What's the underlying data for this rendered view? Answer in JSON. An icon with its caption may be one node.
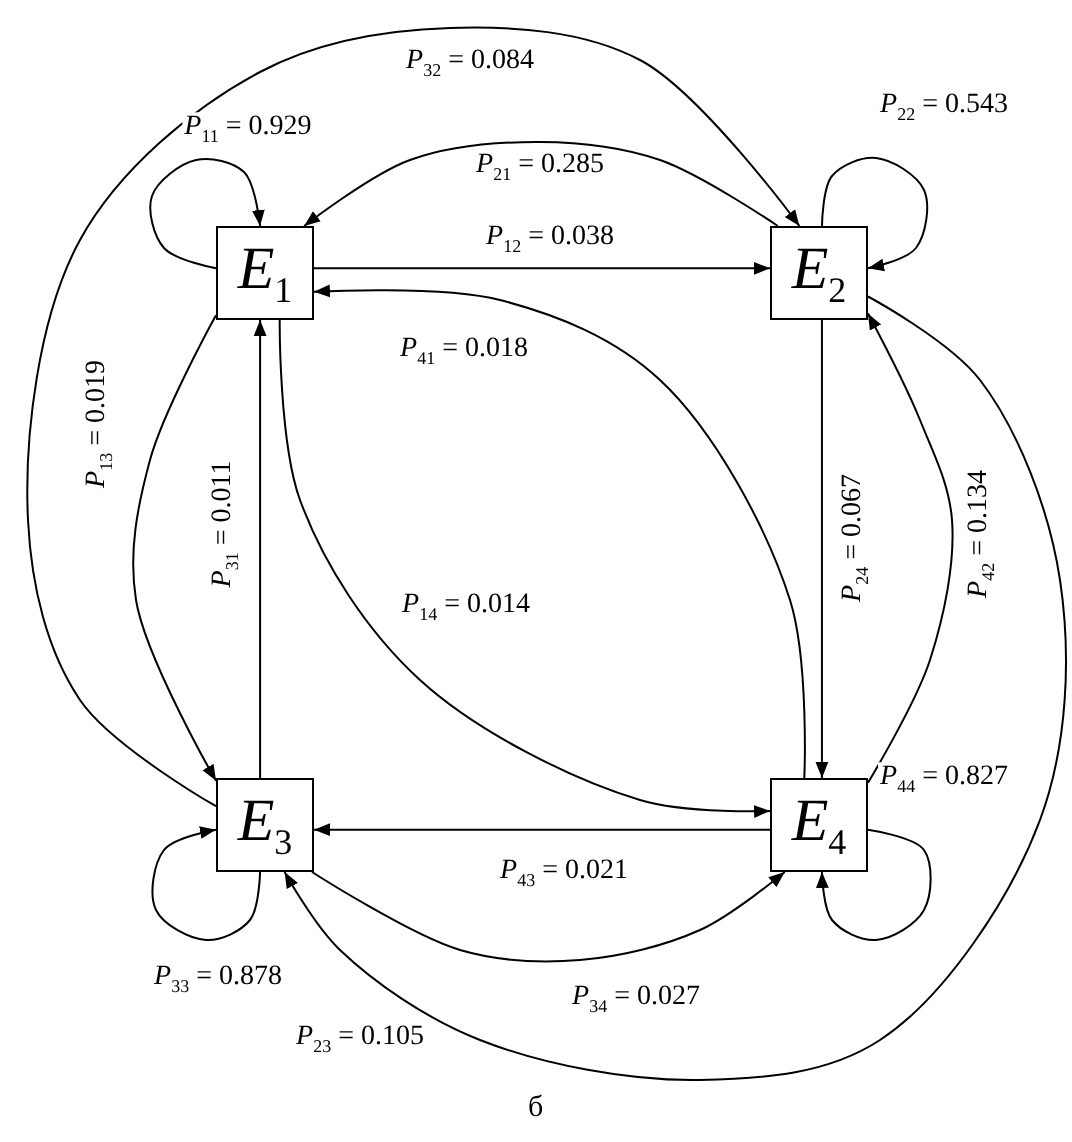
{
  "diagram": {
    "caption": "б",
    "nodes": [
      {
        "text": [
          "*E*$_{1}$"
        ]
      },
      {
        "text": [
          "*E*$_{2}$"
        ]
      },
      {
        "text": [
          "*E*$_{3}$"
        ]
      },
      {
        "text": [
          "*E*$_{4}$"
        ]
      }
    ],
    "edges": [
      {
        "from": 0,
        "to": 0,
        "arrow": "to",
        "label": "*P*$_{11}$ = 0.929"
      },
      {
        "from": 1,
        "to": 1,
        "arrow": "to",
        "label": "*P*$_{22}$ = 0.543"
      },
      {
        "from": 2,
        "to": 2,
        "arrow": "to",
        "label": "*P*$_{33}$ = 0.878"
      },
      {
        "from": 3,
        "to": 3,
        "arrow": "to",
        "label": "*P*$_{44}$ = 0.827"
      },
      {
        "from": 0,
        "to": 1,
        "arrow": "to",
        "label": "*P*$_{12}$ = 0.038"
      },
      {
        "from": 1,
        "to": 0,
        "arrow": "to",
        "label": "*P*$_{21}$ = 0.285"
      },
      {
        "from": 2,
        "to": 1,
        "arrow": "to",
        "label": "*P*$_{32}$ = 0.084"
      },
      {
        "from": 0,
        "to": 3,
        "arrow": "to",
        "label": "*P*$_{14}$ = 0.014"
      },
      {
        "from": 3,
        "to": 0,
        "arrow": "to",
        "label": "*P*$_{41}$ = 0.018"
      },
      {
        "from": 0,
        "to": 2,
        "arrow": "to",
        "label": "*P*$_{13}$ = 0.019"
      },
      {
        "from": 2,
        "to": 0,
        "arrow": "to",
        "label": "*P*$_{31}$ = 0.011"
      },
      {
        "from": 1,
        "to": 3,
        "arrow": "to",
        "label": "*P*$_{24}$ = 0.067"
      },
      {
        "from": 3,
        "to": 1,
        "arrow": "to",
        "label": "*P*$_{42}$ = 0.134"
      },
      {
        "from": 3,
        "to": 2,
        "arrow": "to",
        "label": "*P*$_{43}$ = 0.021"
      },
      {
        "from": 2,
        "to": 3,
        "arrow": "to",
        "label": "*P*$_{34}$ = 0.027"
      },
      {
        "from": 1,
        "to": 2,
        "arrow": "to",
        "label": "*P*$_{23}$ = 0.105"
      }
    ]
  }
}
